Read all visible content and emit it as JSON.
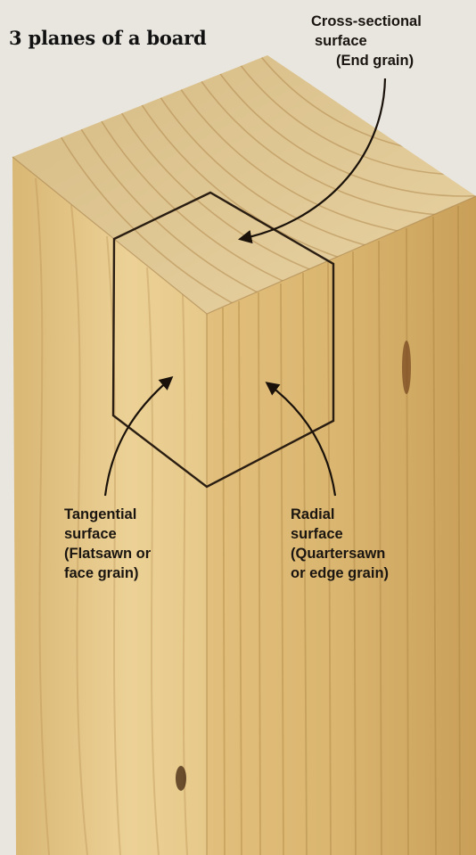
{
  "title": "3 planes of a board",
  "labels": {
    "cross_sectional": [
      "Cross-sectional",
      "surface",
      "(End grain)"
    ],
    "tangential": [
      "Tangential",
      "surface",
      "(Flatsawn or",
      "face grain)"
    ],
    "radial": [
      "Radial",
      "surface",
      "(Quartersawn",
      "or edge grain)"
    ]
  },
  "colors": {
    "background": "#e9e6df",
    "end_grain": "#dcc48f",
    "left_face": "#e6c98a",
    "right_face": "#d8b46e",
    "outline": "#2a1d12"
  }
}
